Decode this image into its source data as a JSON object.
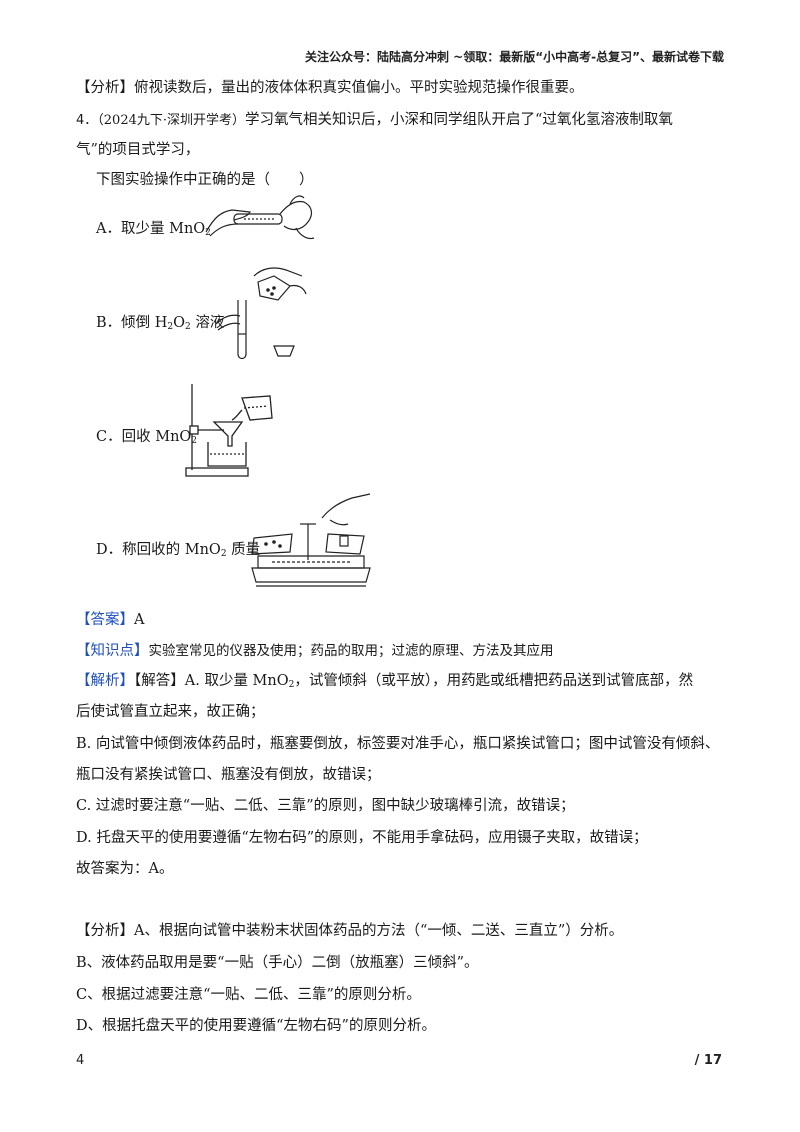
{
  "header": {
    "text": "关注公众号：陆陆高分冲刺   ~领取：最新版“小中高考-总复习”、最新试卷下载"
  },
  "prev_analysis": {
    "tag": "【分析】",
    "text": "俯视读数后，量出的液体体积真实值偏小。平时实验规范操作很重要。"
  },
  "question": {
    "number": "4．",
    "source": "（2024九下·深圳开学考）",
    "stem_line1": "学习氧气相关知识后，小深和同学组队开启了“过氧化氢溶液制取氧",
    "stem_line2": "气”的项目式学习，",
    "prompt": "下图实验操作中正确的是（　　）",
    "options": [
      {
        "letter": "A．",
        "text_before": "取少量 MnO",
        "sub": "2",
        "text_after": ""
      },
      {
        "letter": "B．",
        "text_before": "倾倒 H",
        "sub": "2",
        "text_mid": "O",
        "sub2": "2",
        "text_after": " 溶液"
      },
      {
        "letter": "C．",
        "text_before": "回收 MnO",
        "sub": "2",
        "text_after": ""
      },
      {
        "letter": "D．",
        "text_before": "称回收的 MnO",
        "sub": "2",
        "text_after": " 质量"
      }
    ]
  },
  "answer": {
    "tag": "【答案】",
    "value": "A"
  },
  "knowledge": {
    "tag": "【知识点】",
    "text": "实验室常见的仪器及使用；药品的取用；过滤的原理、方法及其应用"
  },
  "solution": {
    "tag": "【解析】",
    "tag2": "【解答】",
    "line1_before": "A. 取少量 MnO",
    "line1_sub": "2",
    "line1_after": "，试管倾斜（或平放），用药匙或纸槽把药品送到试管底部，然",
    "line2": "后使试管直立起来，故正确；",
    "line3": "B. 向试管中倾倒液体药品时，瓶塞要倒放，标签要对准手心，瓶口紧挨试管口；图中试管没有倾斜、",
    "line4": "瓶口没有紧挨试管口、瓶塞没有倒放，故错误；",
    "line5": "C. 过滤时要注意“一贴、二低、三靠”的原则，图中缺少玻璃棒引流，故错误；",
    "line6": "D. 托盘天平的使用要遵循“左物右码”的原则，不能用手拿砝码，应用镊子夹取，故错误；",
    "line7": "故答案为：A。"
  },
  "analysis": {
    "tag": "【分析】",
    "line1": "A、根据向试管中装粉末状固体药品的方法（“一倾、二送、三直立”）分析。",
    "line2": "B、液体药品取用是要“一贴（手心）二倒（放瓶塞）三倾斜”。",
    "line3": "C、根据过滤要注意“一贴、二低、三靠”的原则分析。",
    "line4": "D、根据托盘天平的使用要遵循“左物右码”的原则分析。"
  },
  "footer": {
    "page": "4",
    "total": "/ 17"
  }
}
